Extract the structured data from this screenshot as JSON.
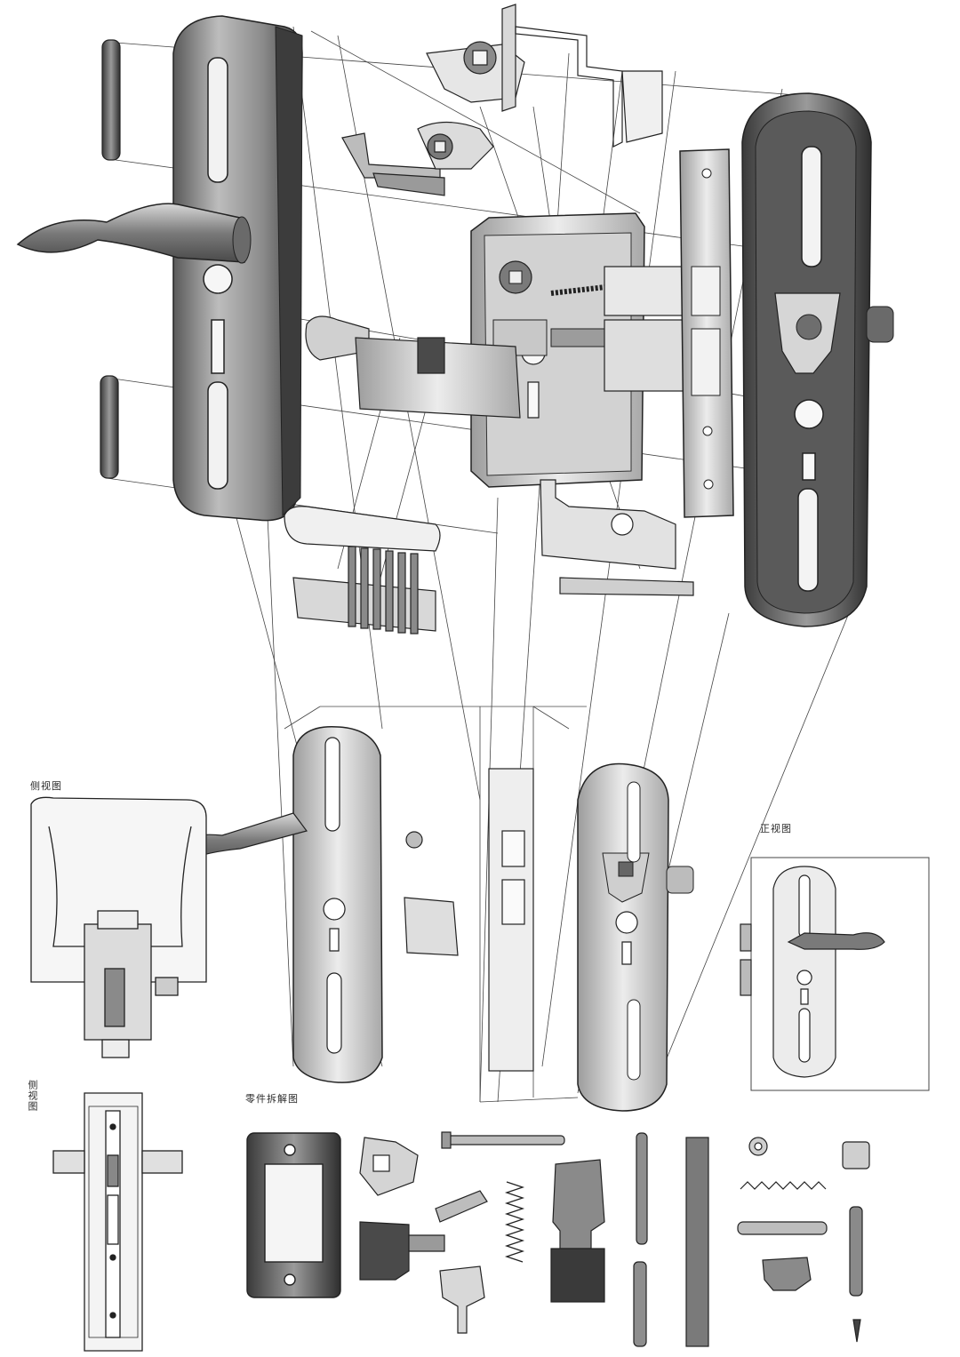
{
  "labels": {
    "side_view_top": "侧视图",
    "front_view": "正视图",
    "side_view_left": "侧视图",
    "parts_exploded": "零件拆解图"
  },
  "colors": {
    "paper": "#ffffff",
    "graphite_dark": "#3a3a3a",
    "graphite_mid": "#7a7a7a",
    "graphite_light": "#c4c4c4"
  }
}
